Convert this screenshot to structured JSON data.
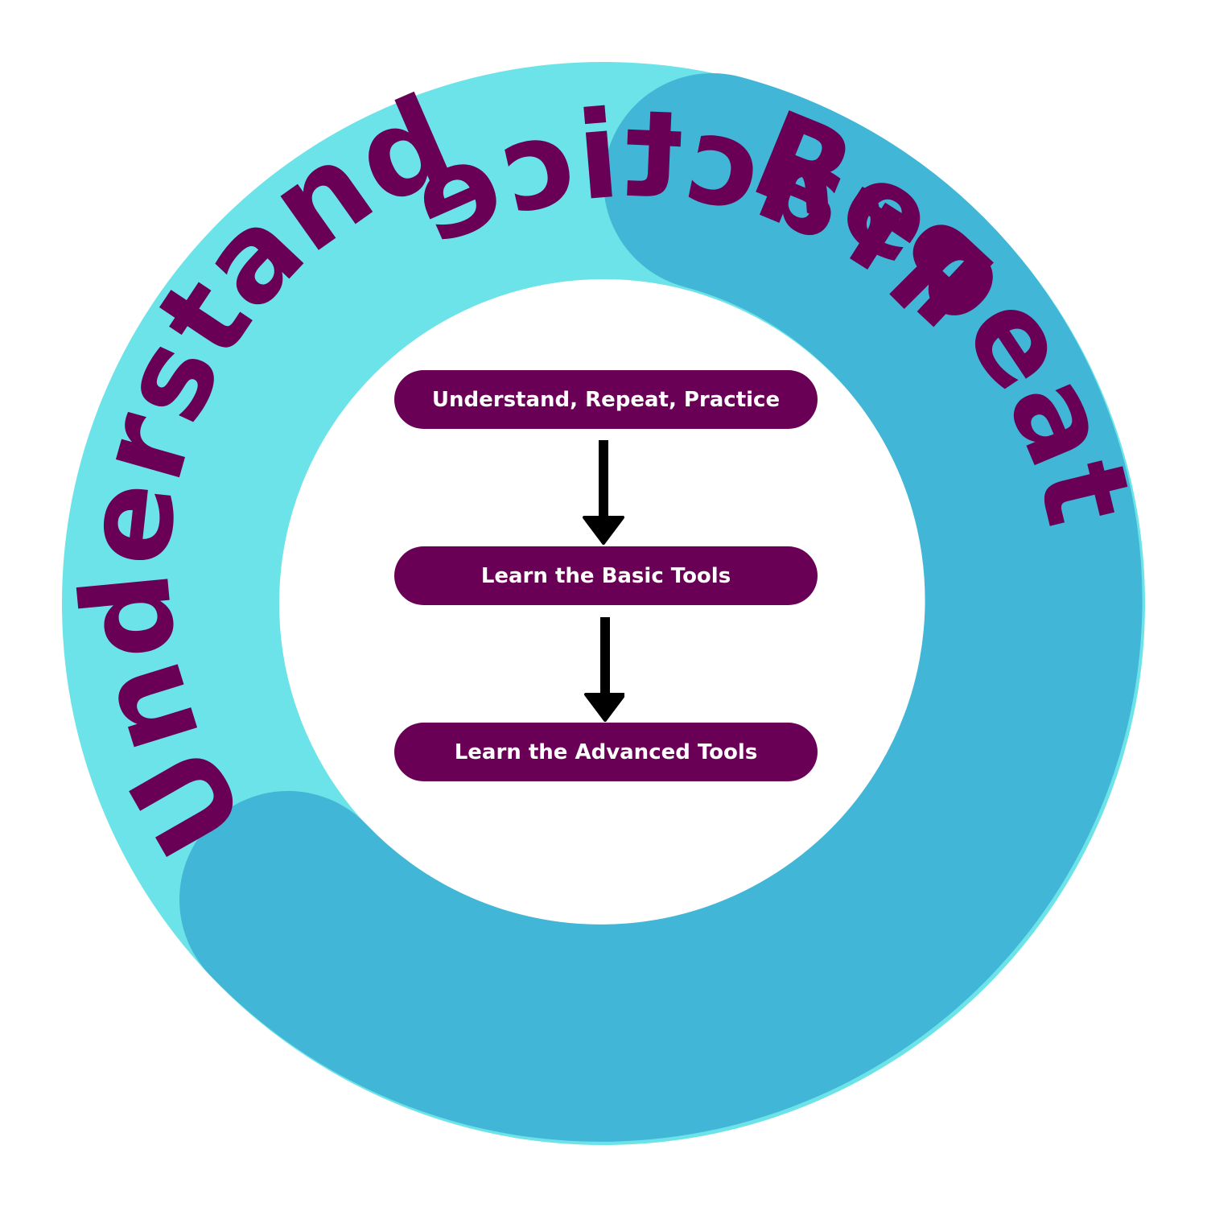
{
  "colors": {
    "ring_light": "#6ce3e8",
    "ring_dark": "#42b6d6",
    "text_purple": "#6a0055",
    "box_fill": "#6a0055",
    "box_text": "#ffffff",
    "arrow": "#000000",
    "background": "#ffffff"
  },
  "ring": {
    "words": [
      "Understand",
      "Repeat",
      "Practice"
    ]
  },
  "flow": {
    "steps": [
      {
        "label": "Understand, Repeat, Practice"
      },
      {
        "label": "Learn the Basic Tools"
      },
      {
        "label": "Learn the Advanced Tools"
      }
    ],
    "arrows": [
      "arrow-down",
      "arrow-down"
    ]
  }
}
